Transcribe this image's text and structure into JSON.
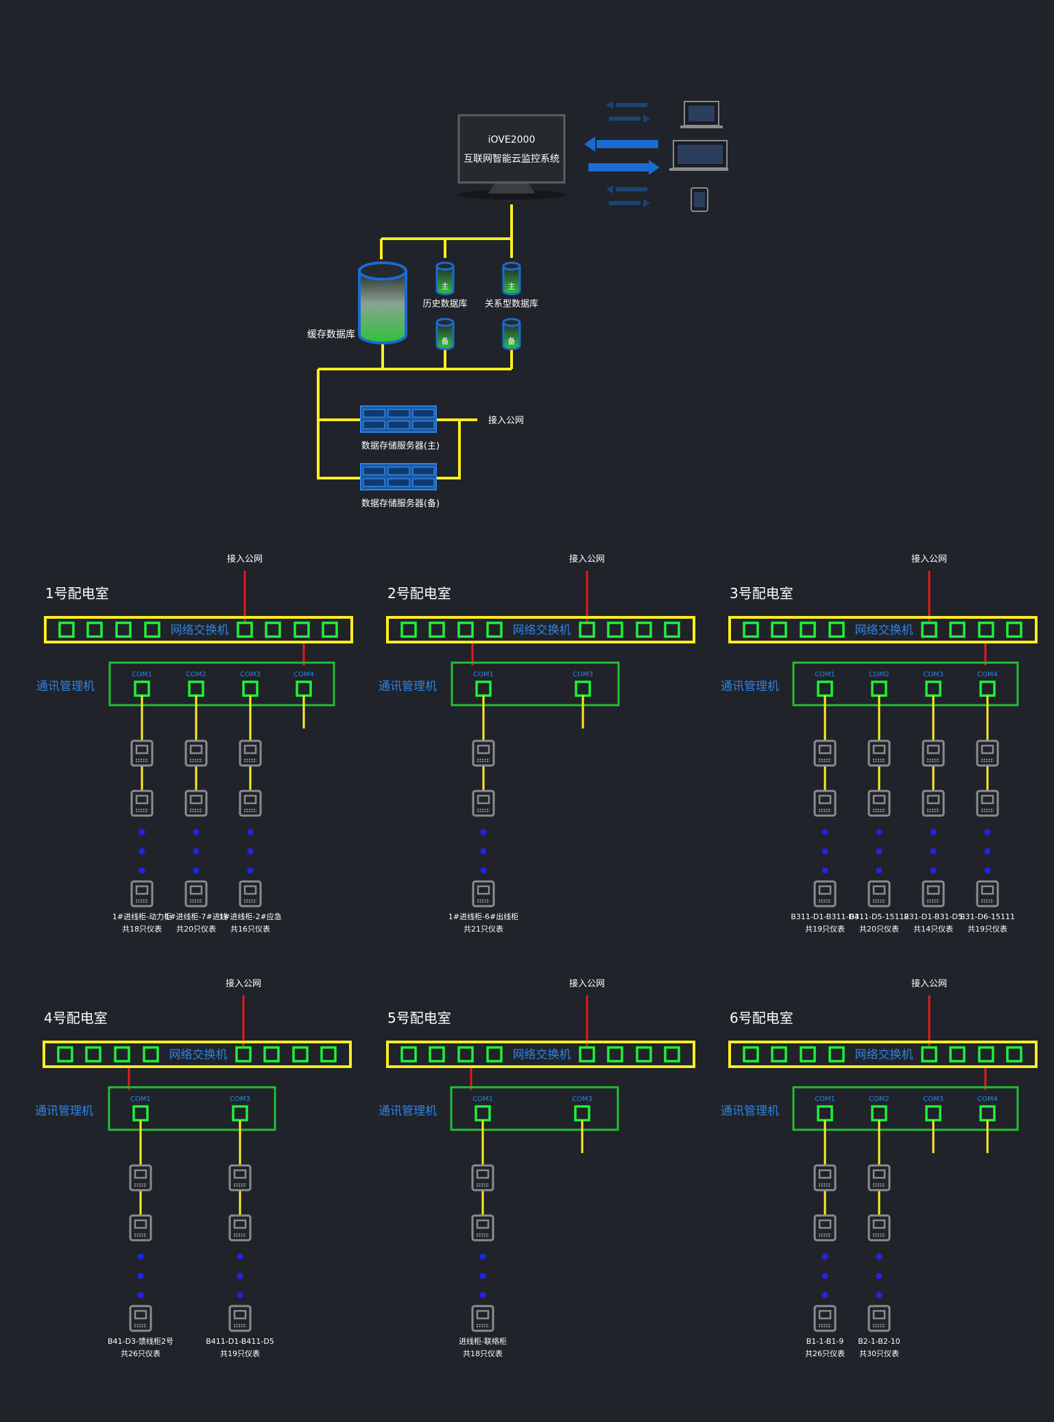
{
  "colors": {
    "background": "#202329",
    "bus_yellow": "#ffee22",
    "internet_red": "#e41b1b",
    "manager_green": "#22bf35",
    "port_green": "#1ff238",
    "switch_label_blue": "#2d83e6",
    "com_label_blue": "#2d83e6",
    "dots_blue": "#2222ee",
    "meter_gray": "#8a8d90",
    "db_blue": "#1a6bd2",
    "text_white": "#ffffff"
  },
  "system": {
    "name": "iOVE2000",
    "subtitle": "互联网智能云监控系统"
  },
  "databases": {
    "cache": "缓存数据库",
    "history": "历史数据库",
    "relational": "关系型数据库",
    "main_badge": "主",
    "backup_badge": "备"
  },
  "servers": {
    "main": "数据存储服务器(主)",
    "backup": "数据存储服务器(备)",
    "internet": "接入公网"
  },
  "rooms": [
    {
      "title": "1号配电室",
      "internet": "接入公网",
      "switch_label": "网络交换机",
      "manager_label": "通讯管理机",
      "ports": [
        "COM1",
        "COM2",
        "COM3",
        "COM4"
      ],
      "chains": [
        {
          "label1": "1#进线柜-动力柜",
          "label2": "共18只仪表"
        },
        {
          "label1": "1#进线柜-7#进线",
          "label2": "共20只仪表"
        },
        {
          "label1": "1#进线柜-2#应急",
          "label2": "共16只仪表"
        },
        null
      ]
    },
    {
      "title": "2号配电室",
      "internet": "接入公网",
      "switch_label": "网络交换机",
      "manager_label": "通讯管理机",
      "ports": [
        "COM1",
        "COM3"
      ],
      "chains": [
        {
          "label1": "1#进线柜-6#出线柜",
          "label2": "共21只仪表"
        },
        null
      ]
    },
    {
      "title": "3号配电室",
      "internet": "接入公网",
      "switch_label": "网络交换机",
      "manager_label": "通讯管理机",
      "ports": [
        "COM1",
        "COM2",
        "COM3",
        "COM4"
      ],
      "chains": [
        {
          "label1": "B311-D1-B311-D4",
          "label2": "共19只仪表"
        },
        {
          "label1": "B311-D5-15112",
          "label2": "共20只仪表"
        },
        {
          "label1": "B31-D1-B31-D5",
          "label2": "共14只仪表"
        },
        {
          "label1": "B31-D6-15111",
          "label2": "共19只仪表"
        }
      ]
    },
    {
      "title": "4号配电室",
      "internet": "接入公网",
      "switch_label": "网络交换机",
      "manager_label": "通讯管理机",
      "ports": [
        "COM1",
        "COM3"
      ],
      "chains": [
        {
          "label1": "B41-D3-馈线柜2号",
          "label2": "共26只仪表"
        },
        {
          "label1": "B411-D1-B411-D5",
          "label2": "共19只仪表"
        }
      ]
    },
    {
      "title": "5号配电室",
      "internet": "接入公网",
      "switch_label": "网络交换机",
      "manager_label": "通讯管理机",
      "ports": [
        "COM1",
        "COM3"
      ],
      "chains": [
        {
          "label1": "进线柜-联络柜",
          "label2": "共18只仪表"
        },
        null
      ]
    },
    {
      "title": "6号配电室",
      "internet": "接入公网",
      "switch_label": "网络交换机",
      "manager_label": "通讯管理机",
      "ports": [
        "COM1",
        "COM2",
        "COM3",
        "COM4"
      ],
      "chains": [
        {
          "label1": "B1-1-B1-9",
          "label2": "共26只仪表"
        },
        {
          "label1": "B2-1-B2-10",
          "label2": "共30只仪表"
        },
        null,
        null
      ]
    }
  ]
}
